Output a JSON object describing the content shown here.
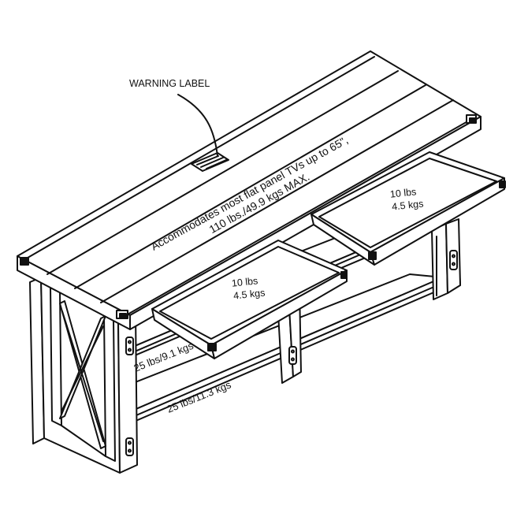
{
  "labels": {
    "warning": "WARNING LABEL",
    "tv_line1": "Accommodates most flat panel TVs up to 65\",",
    "tv_line2": "110 lbs./49.9 kgs MAX.",
    "left_drawer_line1": "10 lbs",
    "left_drawer_line2": "4.5 kgs",
    "right_drawer_line1": "10 lbs",
    "right_drawer_line2": "4.5 kgs",
    "middle_shelf": "25 lbs/9.1 kgs",
    "bottom_shelf": "25 lbs/11.3 kgs"
  },
  "colors": {
    "line": "#111111",
    "fill": "#ffffff"
  }
}
